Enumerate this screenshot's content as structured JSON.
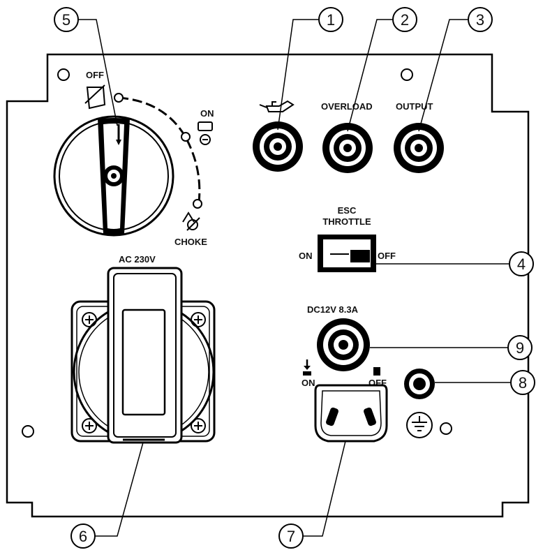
{
  "labels": {
    "off": "OFF",
    "on": "ON",
    "choke": "CHOKE",
    "overload": "OVERLOAD",
    "output": "OUTPUT",
    "esc": "ESC",
    "throttle": "THROTTLE",
    "switch_on": "ON",
    "switch_off": "OFF",
    "ac": "AC 230V",
    "dc": "DC12V 8.3A",
    "dc_on": "ON",
    "dc_off": "OFF"
  },
  "callouts": [
    "1",
    "2",
    "3",
    "4",
    "5",
    "6",
    "7",
    "8",
    "9"
  ],
  "icons": {
    "oil": "oil-can-icon",
    "off": "engine-off-icon",
    "on": "engine-on-icon",
    "choke": "choke-icon",
    "ground": "ground-symbol-icon"
  }
}
